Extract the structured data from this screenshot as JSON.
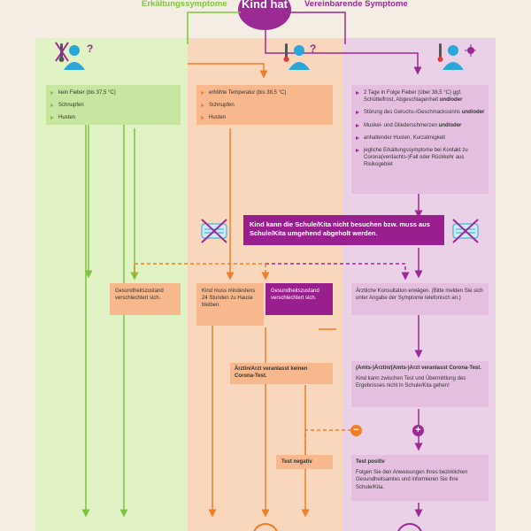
{
  "header": {
    "left_heading": "Erkältungssymptome",
    "center_title": "Kind hat",
    "right_heading": "Vereinbarende Symptome"
  },
  "icons": [
    "person-crossed-thermometer-icon",
    "person-thermometer-icon",
    "person-thermometer-virus-icon",
    "mask-crossed-icon"
  ],
  "colors": {
    "green": "#7cc53c",
    "orange": "#f07f25",
    "purple": "#9c2a95"
  },
  "green_column": {
    "symptoms": [
      "kein Fieber (bis 37,5 °C)",
      "Schnupfen",
      "Husten"
    ],
    "worse_box": "Gesundheitszustand verschlechtert sich."
  },
  "orange_column": {
    "symptoms": [
      "erhöhte Temperatur (bis 38,5 °C)",
      "Schnupfen",
      "Husten"
    ],
    "stay_home_box": "Kind muss mindestens 24 Stunden zu Hause bleiben.",
    "worse_box": "Gesundheitszustand verschlechtert sich.",
    "no_test_box": "Ärztin/Arzt veranlasst keinen Corona-Test.",
    "test_negative_box": "Test negativ"
  },
  "purple_column": {
    "symptoms": [
      {
        "text": "2 Tage in Folge Fieber (über 38,5 °C) ggf. Schüttelfrost, Abgeschlagenheit",
        "conj": "und/oder"
      },
      {
        "text": "Störung des Geruchs-/Geschmackssinns",
        "conj": "und/oder"
      },
      {
        "text": "Muskel- und Gliederschmerzen",
        "conj": "und/oder"
      },
      {
        "text": "anhaltender Husten, Kurzatmigkeit",
        "conj": ""
      },
      {
        "text": "jegliche Erkältungssymptome bei Kontakt zu Corona(verdachts-)Fall oder Rückkehr aus Risikogebiet",
        "conj": ""
      }
    ],
    "consult_box": "Ärztliche Konsultation erwägen. (Bitte melden Sie sich unter Angabe der Symptome telefonisch an.)",
    "test_box_title": "(Amts-)Ärztin/(Amts-)Arzt veranlasst Corona-Test.",
    "test_box_text": "Kind kann zwischen Test und Übermittlung des Ergebnisses nicht in Schule/Kita gehen!",
    "positive_title": "Test positiv",
    "positive_text": "Folgen Sie den Anweisungen Ihres bezirklichen Gesundheitsamtes und informieren Sie Ihre Schule/Kita."
  },
  "banner": "Kind kann die Schule/Kita nicht besuchen bzw. muss aus Schule/Kita umgehend abgeholt werden.",
  "signs": {
    "minus": "−",
    "plus": "+"
  }
}
